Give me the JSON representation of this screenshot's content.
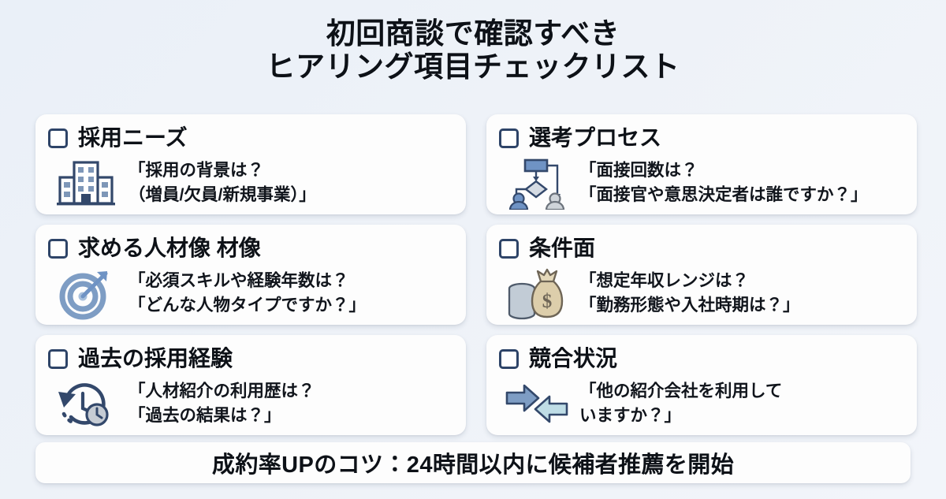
{
  "title": {
    "line1": "初回商談で確認すべき",
    "line2": "ヒアリング項目チェックリスト"
  },
  "cards": [
    {
      "id": "recruitment-needs",
      "title": "採用ニーズ",
      "icon": "office-building-icon",
      "lines": [
        "「採用の背景は？",
        "（増員/欠員/新規事業）」"
      ]
    },
    {
      "id": "selection-process",
      "title": "選考プロセス",
      "icon": "flowchart-people-icon",
      "lines": [
        "「面接回数は？",
        "「面接官や意思決定者は誰ですか？」"
      ]
    },
    {
      "id": "ideal-candidate",
      "title": "求める人材像 材像",
      "icon": "target-dart-icon",
      "lines": [
        "「必須スキルや経験年数は？",
        "「どんな人物タイプですか？」"
      ]
    },
    {
      "id": "conditions",
      "title": "条件面",
      "icon": "money-bag-coins-icon",
      "lines": [
        "「想定年収レンジは？",
        "「勤務形態や入社時期は？」"
      ]
    },
    {
      "id": "past-hiring",
      "title": "過去の採用経験",
      "icon": "clock-history-icon",
      "lines": [
        "「人材紹介の利用歴は？",
        "「過去の結果は？」"
      ]
    },
    {
      "id": "competitors",
      "title": "競合状況",
      "icon": "opposing-arrows-icon",
      "lines": [
        "「他の紹介会社を利用して",
        "いますか？」"
      ]
    }
  ],
  "footer": {
    "text": "成約率UPのコツ：24時間以内に候補者推薦を開始"
  },
  "colors": {
    "background": "#eef2f8",
    "card": "#fdfdfd",
    "text": "#0d1117",
    "checkbox_border": "#2e4468",
    "icon_navy": "#33486b",
    "icon_blue": "#6f93c4",
    "icon_light_blue": "#b9d7e4",
    "icon_slate": "#8aa2c0",
    "icon_tan": "#d8c8a6",
    "icon_gray": "#c8cdd4"
  }
}
